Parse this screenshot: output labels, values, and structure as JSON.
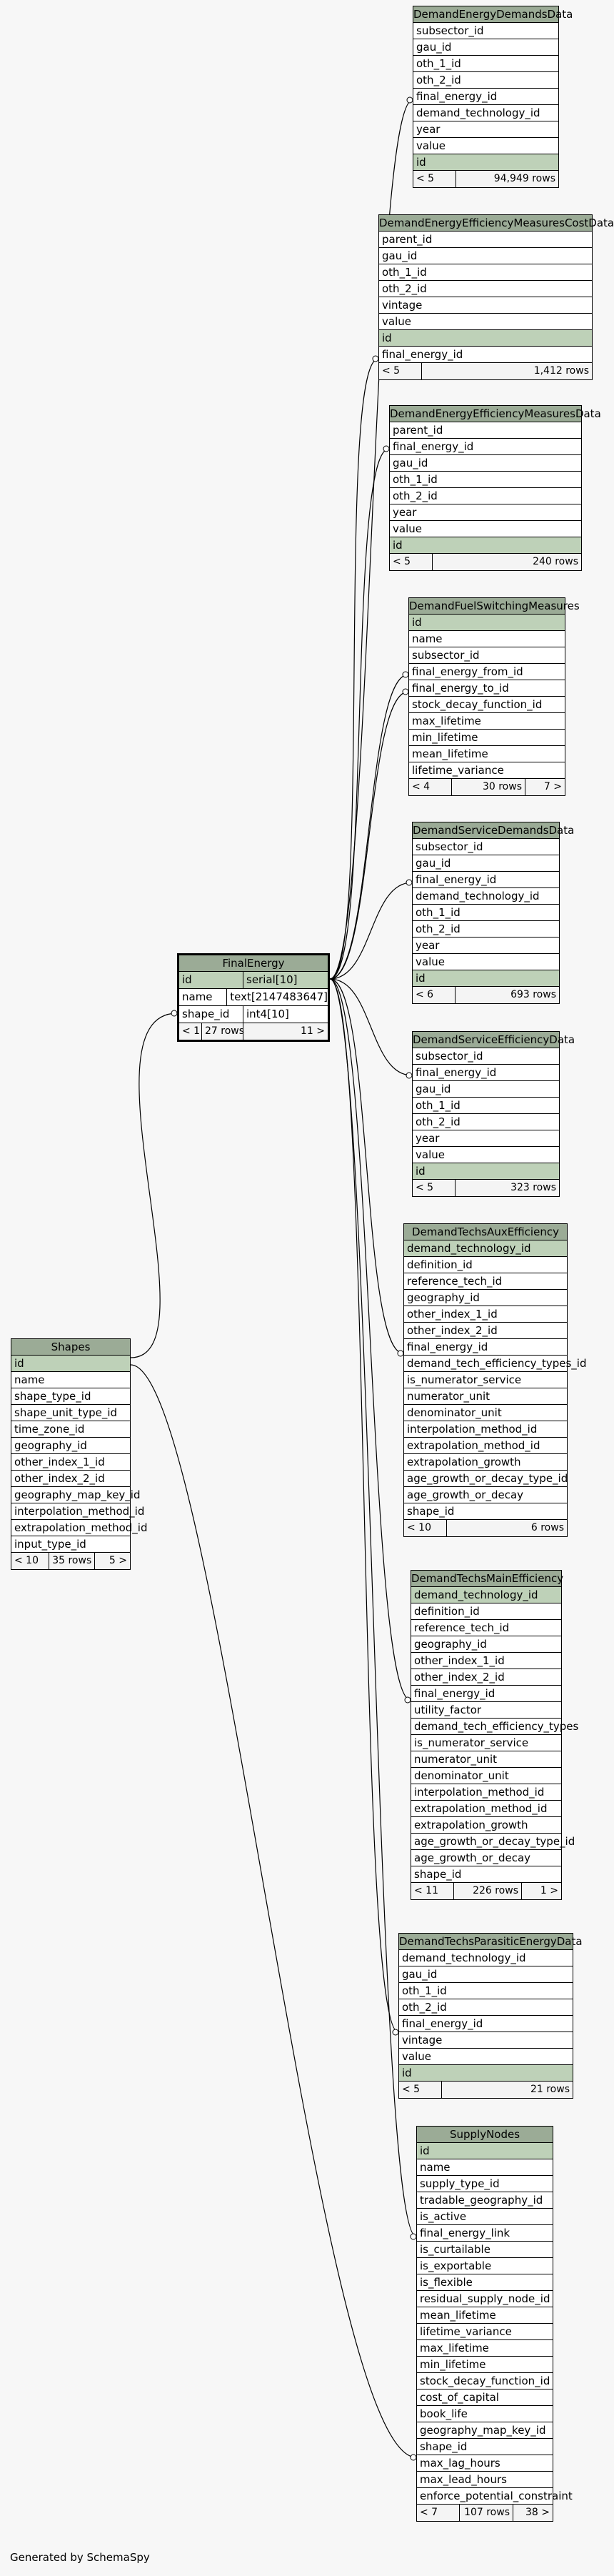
{
  "footer_text": "Generated by SchemaSpy",
  "final_energy": {
    "title": "FinalEnergy",
    "columns": [
      {
        "name": "id",
        "type": "serial[10]",
        "key": true
      },
      {
        "name": "name",
        "type": "text[2147483647]",
        "key": false
      },
      {
        "name": "shape_id",
        "type": "int4[10]",
        "key": false
      }
    ],
    "footer": [
      "< 1",
      "27 rows",
      "11 >"
    ]
  },
  "tables": [
    {
      "title": "DemandEnergyDemandsData",
      "columns": [
        "subsector_id",
        "gau_id",
        "oth_1_id",
        "oth_2_id",
        "final_energy_id",
        "demand_technology_id",
        "year",
        "value"
      ],
      "keys": [
        "id"
      ],
      "footer": [
        "< 5",
        "94,949 rows"
      ]
    },
    {
      "title": "DemandEnergyEfficiencyMeasuresCostData",
      "columns": [
        "parent_id",
        "gau_id",
        "oth_1_id",
        "oth_2_id",
        "vintage",
        "value"
      ],
      "keys": [
        "id"
      ],
      "after": [
        "final_energy_id"
      ],
      "footer": [
        "< 5",
        "1,412 rows"
      ]
    },
    {
      "title": "DemandEnergyEfficiencyMeasuresData",
      "columns": [
        "parent_id",
        "final_energy_id",
        "gau_id",
        "oth_1_id",
        "oth_2_id",
        "year",
        "value"
      ],
      "keys": [
        "id"
      ],
      "footer": [
        "< 5",
        "240 rows"
      ]
    },
    {
      "title": "DemandFuelSwitchingMeasures",
      "keys_first": [
        "id"
      ],
      "columns": [
        "name",
        "subsector_id",
        "final_energy_from_id",
        "final_energy_to_id",
        "stock_decay_function_id",
        "max_lifetime",
        "min_lifetime",
        "mean_lifetime",
        "lifetime_variance"
      ],
      "footer": [
        "< 4",
        "30 rows",
        "7 >"
      ]
    },
    {
      "title": "DemandServiceDemandsData",
      "columns": [
        "subsector_id",
        "gau_id",
        "final_energy_id",
        "demand_technology_id",
        "oth_1_id",
        "oth_2_id",
        "year",
        "value"
      ],
      "keys": [
        "id"
      ],
      "footer": [
        "< 6",
        "693 rows"
      ]
    },
    {
      "title": "DemandServiceEfficiencyData",
      "columns": [
        "subsector_id",
        "final_energy_id",
        "gau_id",
        "oth_1_id",
        "oth_2_id",
        "year",
        "value"
      ],
      "keys": [
        "id"
      ],
      "footer": [
        "< 5",
        "323 rows"
      ]
    },
    {
      "title": "DemandTechsAuxEfficiency",
      "keys_first": [
        "demand_technology_id"
      ],
      "columns": [
        "definition_id",
        "reference_tech_id",
        "geography_id",
        "other_index_1_id",
        "other_index_2_id",
        "final_energy_id",
        "demand_tech_efficiency_types_id",
        "is_numerator_service",
        "numerator_unit",
        "denominator_unit",
        "interpolation_method_id",
        "extrapolation_method_id",
        "extrapolation_growth",
        "age_growth_or_decay_type_id",
        "age_growth_or_decay",
        "shape_id"
      ],
      "footer": [
        "< 10",
        "6 rows"
      ]
    },
    {
      "title": "DemandTechsMainEfficiency",
      "keys_first": [
        "demand_technology_id"
      ],
      "columns": [
        "definition_id",
        "reference_tech_id",
        "geography_id",
        "other_index_1_id",
        "other_index_2_id",
        "final_energy_id",
        "utility_factor",
        "demand_tech_efficiency_types",
        "is_numerator_service",
        "numerator_unit",
        "denominator_unit",
        "interpolation_method_id",
        "extrapolation_method_id",
        "extrapolation_growth",
        "age_growth_or_decay_type_id",
        "age_growth_or_decay",
        "shape_id"
      ],
      "footer": [
        "< 11",
        "226 rows",
        "1 >"
      ]
    },
    {
      "title": "DemandTechsParasiticEnergyData",
      "columns": [
        "demand_technology_id",
        "gau_id",
        "oth_1_id",
        "oth_2_id",
        "final_energy_id",
        "vintage",
        "value"
      ],
      "keys": [
        "id"
      ],
      "footer": [
        "< 5",
        "21 rows"
      ]
    },
    {
      "title": "SupplyNodes",
      "keys_first": [
        "id"
      ],
      "columns": [
        "name",
        "supply_type_id",
        "tradable_geography_id",
        "is_active",
        "final_energy_link",
        "is_curtailable",
        "is_exportable",
        "is_flexible",
        "residual_supply_node_id",
        "mean_lifetime",
        "lifetime_variance",
        "max_lifetime",
        "min_lifetime",
        "stock_decay_function_id",
        "cost_of_capital",
        "book_life",
        "geography_map_key_id",
        "shape_id",
        "max_lag_hours",
        "max_lead_hours",
        "enforce_potential_constraint"
      ],
      "footer": [
        "< 7",
        "107 rows",
        "38 >"
      ]
    },
    {
      "title": "Shapes",
      "keys_first": [
        "id"
      ],
      "columns": [
        "name",
        "shape_type_id",
        "shape_unit_type_id",
        "time_zone_id",
        "geography_id",
        "other_index_1_id",
        "other_index_2_id",
        "geography_map_key_id",
        "interpolation_method_id",
        "extrapolation_method_id",
        "input_type_id"
      ],
      "footer": [
        "< 10",
        "35 rows",
        "5 >"
      ]
    }
  ]
}
